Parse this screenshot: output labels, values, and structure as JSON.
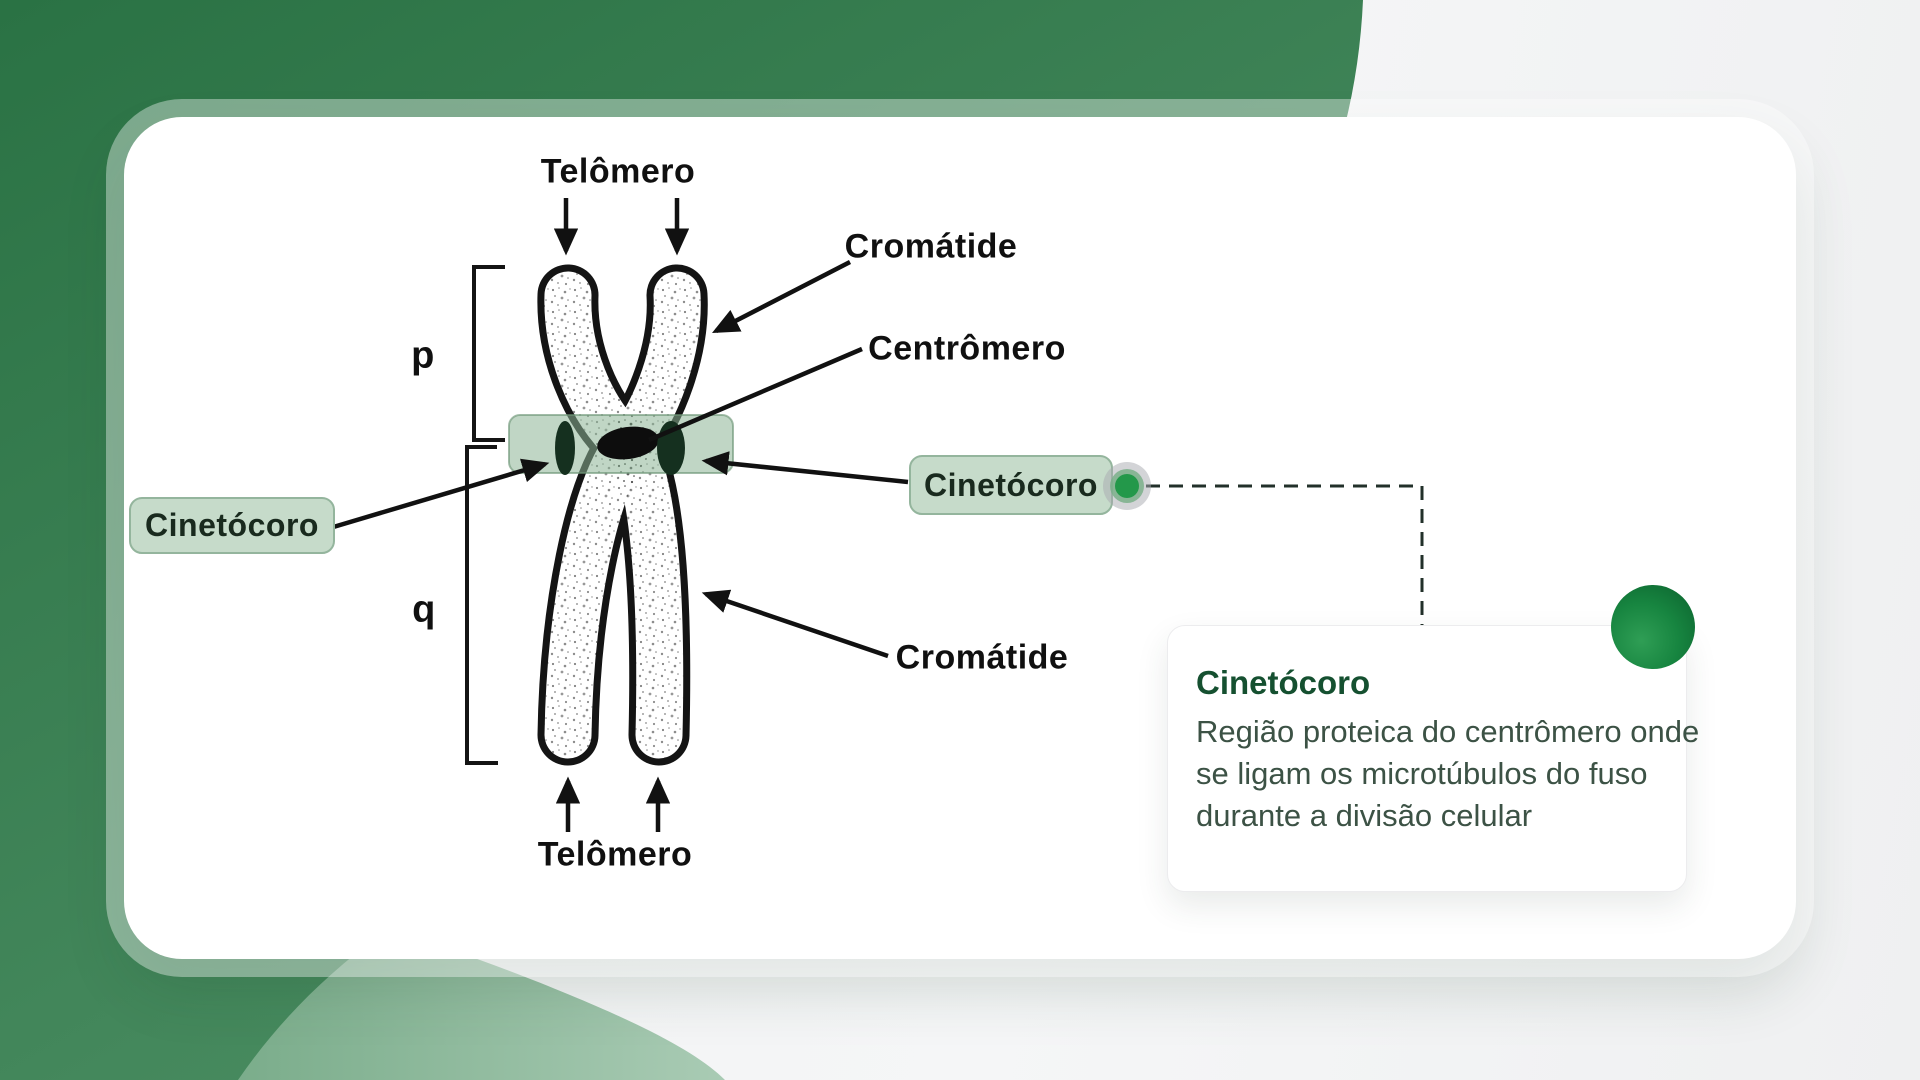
{
  "diagram": {
    "telomere_top": "Telômero",
    "telomere_bottom": "Telômero",
    "chromatid_top": "Cromátide",
    "chromatid_bottom": "Cromátide",
    "centromere": "Centrômero",
    "kinetochore_left": "Cinetócoro",
    "kinetochore_right": "Cinetócoro",
    "arm_p": "p",
    "arm_q": "q"
  },
  "tooltip": {
    "title": "Cinetócoro",
    "body_lines": [
      "Região proteica do centrômero onde",
      "se ligam os microtúbulos do fuso",
      "durante a divisão celular"
    ]
  },
  "colors": {
    "brand_green_dark": "#2a7244",
    "brand_green_light_swoosh": "#6aa37d",
    "pill_green": "#c6dbca",
    "centromere_band_green": "#8cb496",
    "hotspot_green": "#23984a",
    "sphere_green": "#178540",
    "tooltip_title_green": "#155030",
    "tooltip_body_text": "#3c5245"
  }
}
